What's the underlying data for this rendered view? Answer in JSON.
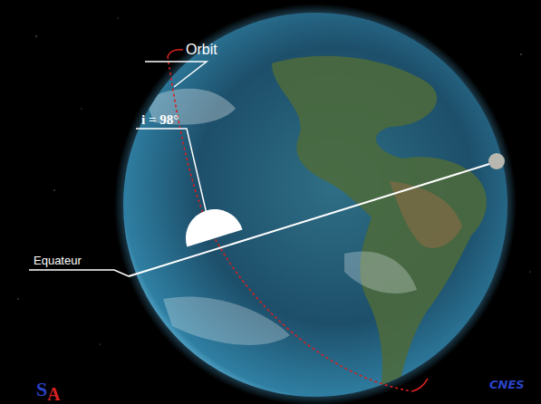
{
  "diagram": {
    "labels": [
      "Orbit",
      "i = 98°",
      "Equateur",
      "S",
      "A",
      "CNES"
    ]
  }
}
